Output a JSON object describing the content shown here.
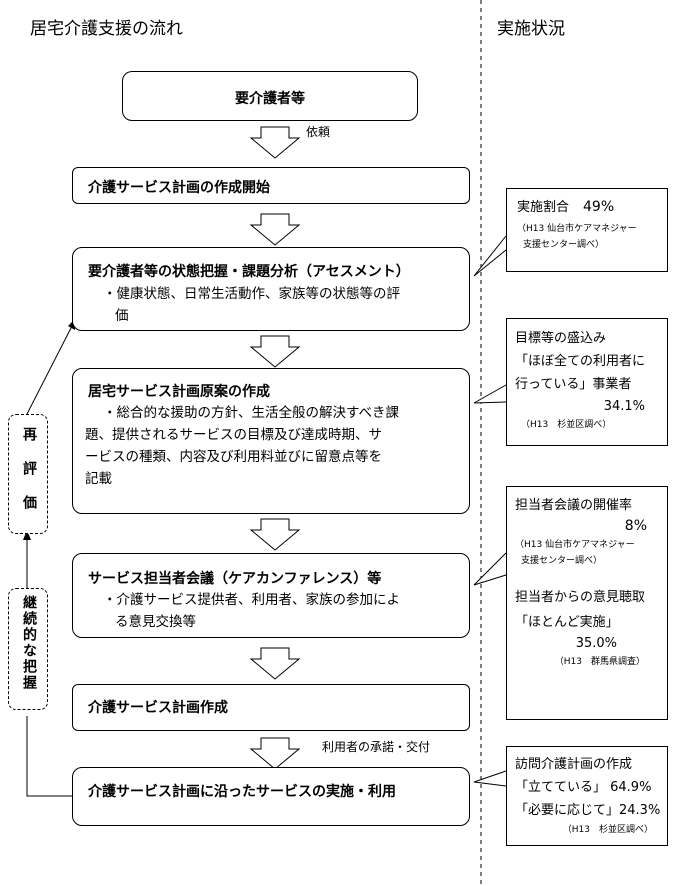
{
  "headings": {
    "flow": "居宅介護支援の流れ",
    "status": "実施状況"
  },
  "steps": [
    {
      "title": "要介護者等"
    },
    {
      "title": "介護サービス計画の作成開始"
    },
    {
      "title": "要介護者等の状態把握・課題分析（アセスメント）",
      "desc": [
        "・健康状態、日常生活動作、家族等の状態等の評",
        "価"
      ]
    },
    {
      "title": "居宅サービス計画原案の作成",
      "desc": [
        "・総合的な援助の方針、生活全般の解決すべき課",
        "題、提供されるサービスの目標及び達成時期、サ",
        "ービスの種類、内容及び利用料並びに留意点等を",
        "記載"
      ]
    },
    {
      "title": "サービス担当者会議（ケアカンファレンス）等",
      "desc": [
        "・介護サービス提供者、利用者、家族の参加によ",
        "る意見交換等"
      ]
    },
    {
      "title": "介護サービス計画作成"
    },
    {
      "title": "介護サービス計画に沿ったサービスの実施・利用"
    }
  ],
  "arrow_labels": {
    "request": "依頼",
    "consent": "利用者の承諾・交付"
  },
  "side": {
    "reeval": "再評価",
    "monitoring": "継続的な把握"
  },
  "notes": {
    "n1": {
      "label": "実施割合",
      "value": "49%",
      "source": [
        "（H13 仙台市ケアマネジャー",
        "支援センター調べ）"
      ]
    },
    "n2": {
      "lines": [
        "目標等の盛込み",
        "「ほぼ全ての利用者に",
        "行っている」事業者"
      ],
      "value": "34.1%",
      "source": "（H13　杉並区調べ）"
    },
    "n3": {
      "label": "担当者会議の開催率",
      "value": "8%",
      "source": [
        "（H13 仙台市ケアマネジャー",
        "支援センター調べ）"
      ],
      "label2": "担当者からの意見聴取",
      "quote": "「ほとんど実施」",
      "value2": "35.0%",
      "source2": "（H13　群馬県調査）"
    },
    "n4": {
      "lines": [
        "訪問介護計画の作成",
        "「立てている」 64.9%",
        "「必要に応じて」24.3%"
      ],
      "source": "（H13　杉並区調べ）"
    }
  }
}
